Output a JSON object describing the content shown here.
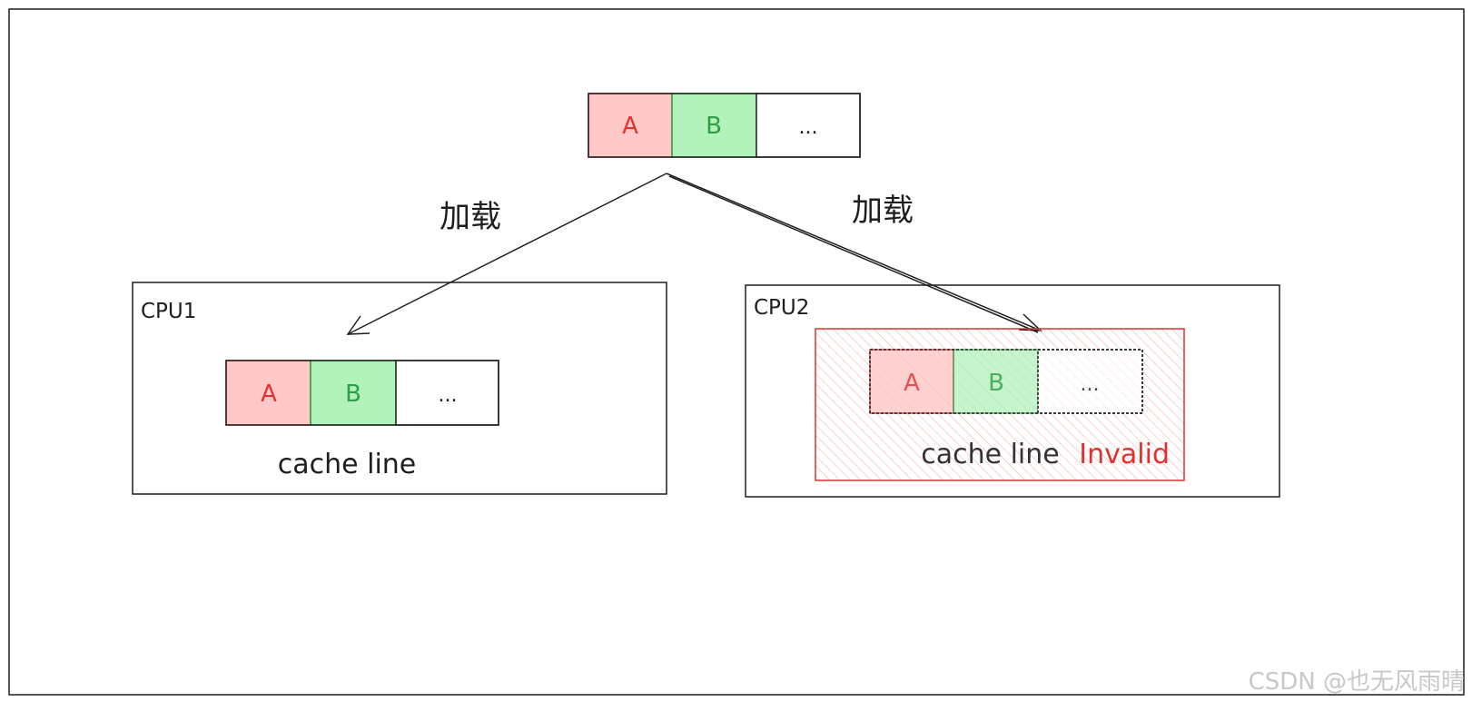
{
  "colors": {
    "stroke": "#1e1e1e",
    "cell_a_fill": "#ffc9c9",
    "cell_a_text": "#e03131",
    "cell_b_fill": "#b2f2bb",
    "cell_b_text": "#2f9e44",
    "invalid": "#e03131"
  },
  "memory_line": {
    "cells": [
      "A",
      "B",
      "..."
    ]
  },
  "arrows": {
    "left_label": "加载",
    "right_label": "加载"
  },
  "cpu1": {
    "title": "CPU1",
    "cells": [
      "A",
      "B",
      "..."
    ],
    "caption": "cache line"
  },
  "cpu2": {
    "title": "CPU2",
    "cells": [
      "A",
      "B",
      "..."
    ],
    "caption": "cache line",
    "status": "Invalid"
  },
  "watermark": "CSDN @也无风雨晴"
}
